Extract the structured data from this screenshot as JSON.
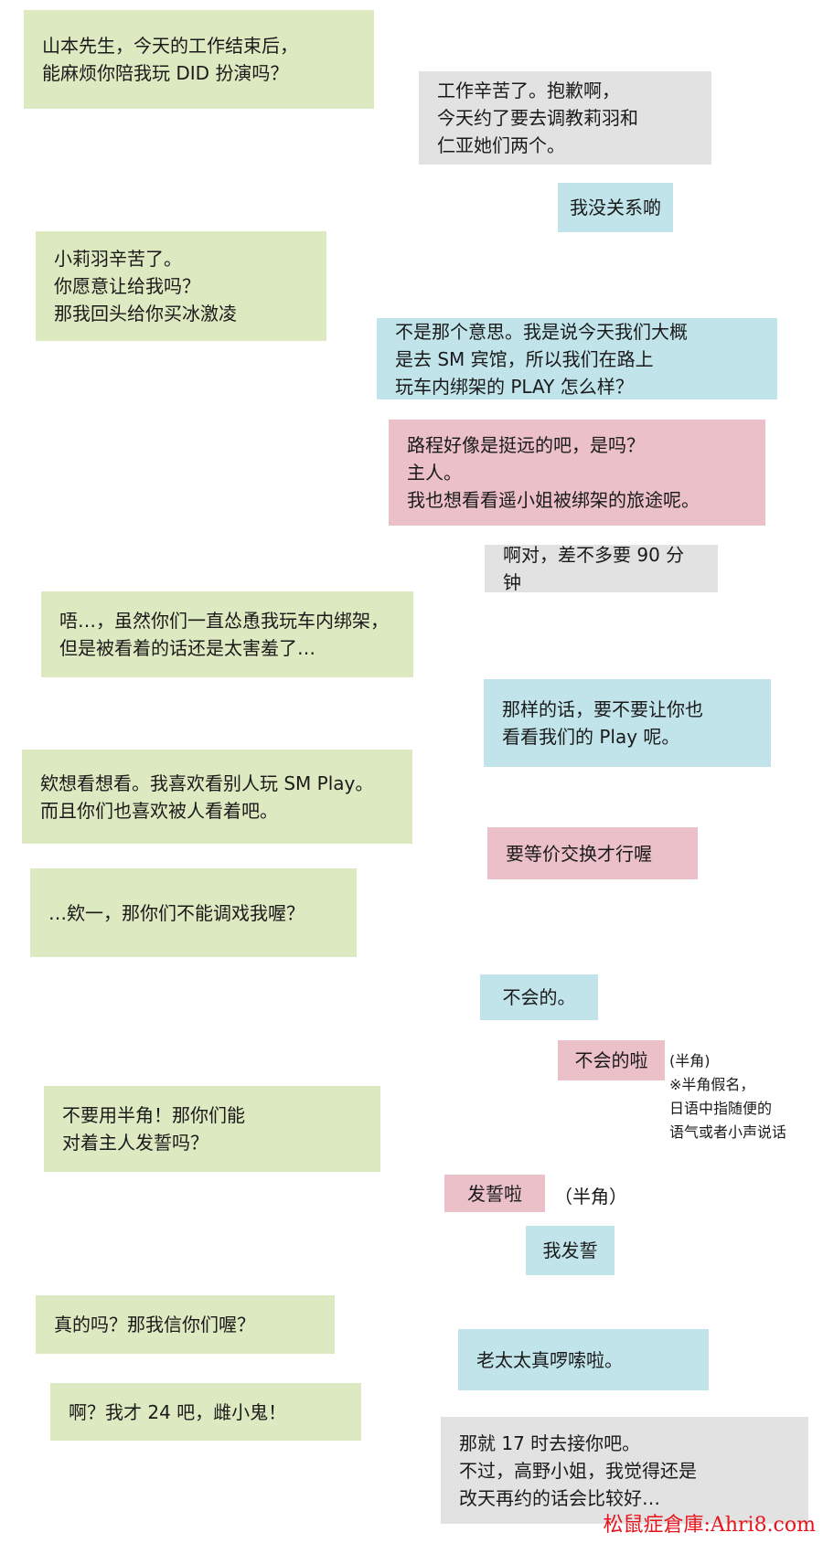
{
  "messages": [
    {
      "text": "山本先生，今天的工作结束后，\n能麻烦你陪我玩 DID 扮演吗？",
      "color": "green"
    },
    {
      "text": "工作辛苦了。抱歉啊，\n今天约了要去调教莉羽和\n仁亚她们两个。",
      "color": "gray"
    },
    {
      "text": "我没关系啲",
      "color": "blue"
    },
    {
      "text": "小莉羽辛苦了。\n你愿意让给我吗？\n那我回头给你买冰激凌",
      "color": "green"
    },
    {
      "text": "不是那个意思。我是说今天我们大概\n是去 SM 宾馆，所以我们在路上\n玩车内绑架的 PLAY 怎么样？",
      "color": "blue"
    },
    {
      "text": "路程好像是挺远的吧，是吗？\n主人。\n我也想看看遥小姐被绑架的旅途呢。",
      "color": "pink"
    },
    {
      "text": "啊对，差不多要 90 分钟",
      "color": "gray"
    },
    {
      "text": "唔…，虽然你们一直怂恿我玩车内绑架，\n但是被看着的话还是太害羞了…",
      "color": "green"
    },
    {
      "text": "那样的话，要不要让你也\n看看我们的 Play 呢。",
      "color": "blue"
    },
    {
      "text": "欸想看想看。我喜欢看别人玩 SM Play。\n而且你们也喜欢被人看着吧。",
      "color": "green"
    },
    {
      "text": "要等价交换才行喔",
      "color": "pink"
    },
    {
      "text": "…欸一，那你们不能调戏我喔？",
      "color": "green"
    },
    {
      "text": "不会的。",
      "color": "blue"
    },
    {
      "text": "不会的啦",
      "color": "pink"
    },
    {
      "text": "不要用半角！那你们能\n对着主人发誓吗？",
      "color": "green"
    },
    {
      "text": "发誓啦",
      "color": "pink"
    },
    {
      "text": "我发誓",
      "color": "blue"
    },
    {
      "text": "真的吗？那我信你们喔？",
      "color": "green"
    },
    {
      "text": "老太太真啰嗦啦。",
      "color": "blue"
    },
    {
      "text": "啊？我才 24 吧，雌小鬼！",
      "color": "green"
    },
    {
      "text": "那就 17 时去接你吧。\n不过，高野小姐，我觉得还是\n改天再约的话会比较好…",
      "color": "gray"
    }
  ],
  "notes": {
    "halfwidth_note": "(半角)\n※半角假名，\n日语中指随便的\n语气或者小声说话",
    "halfwidth_label": "（半角）"
  },
  "watermark": "松鼠症倉庫:Ahri8.com"
}
